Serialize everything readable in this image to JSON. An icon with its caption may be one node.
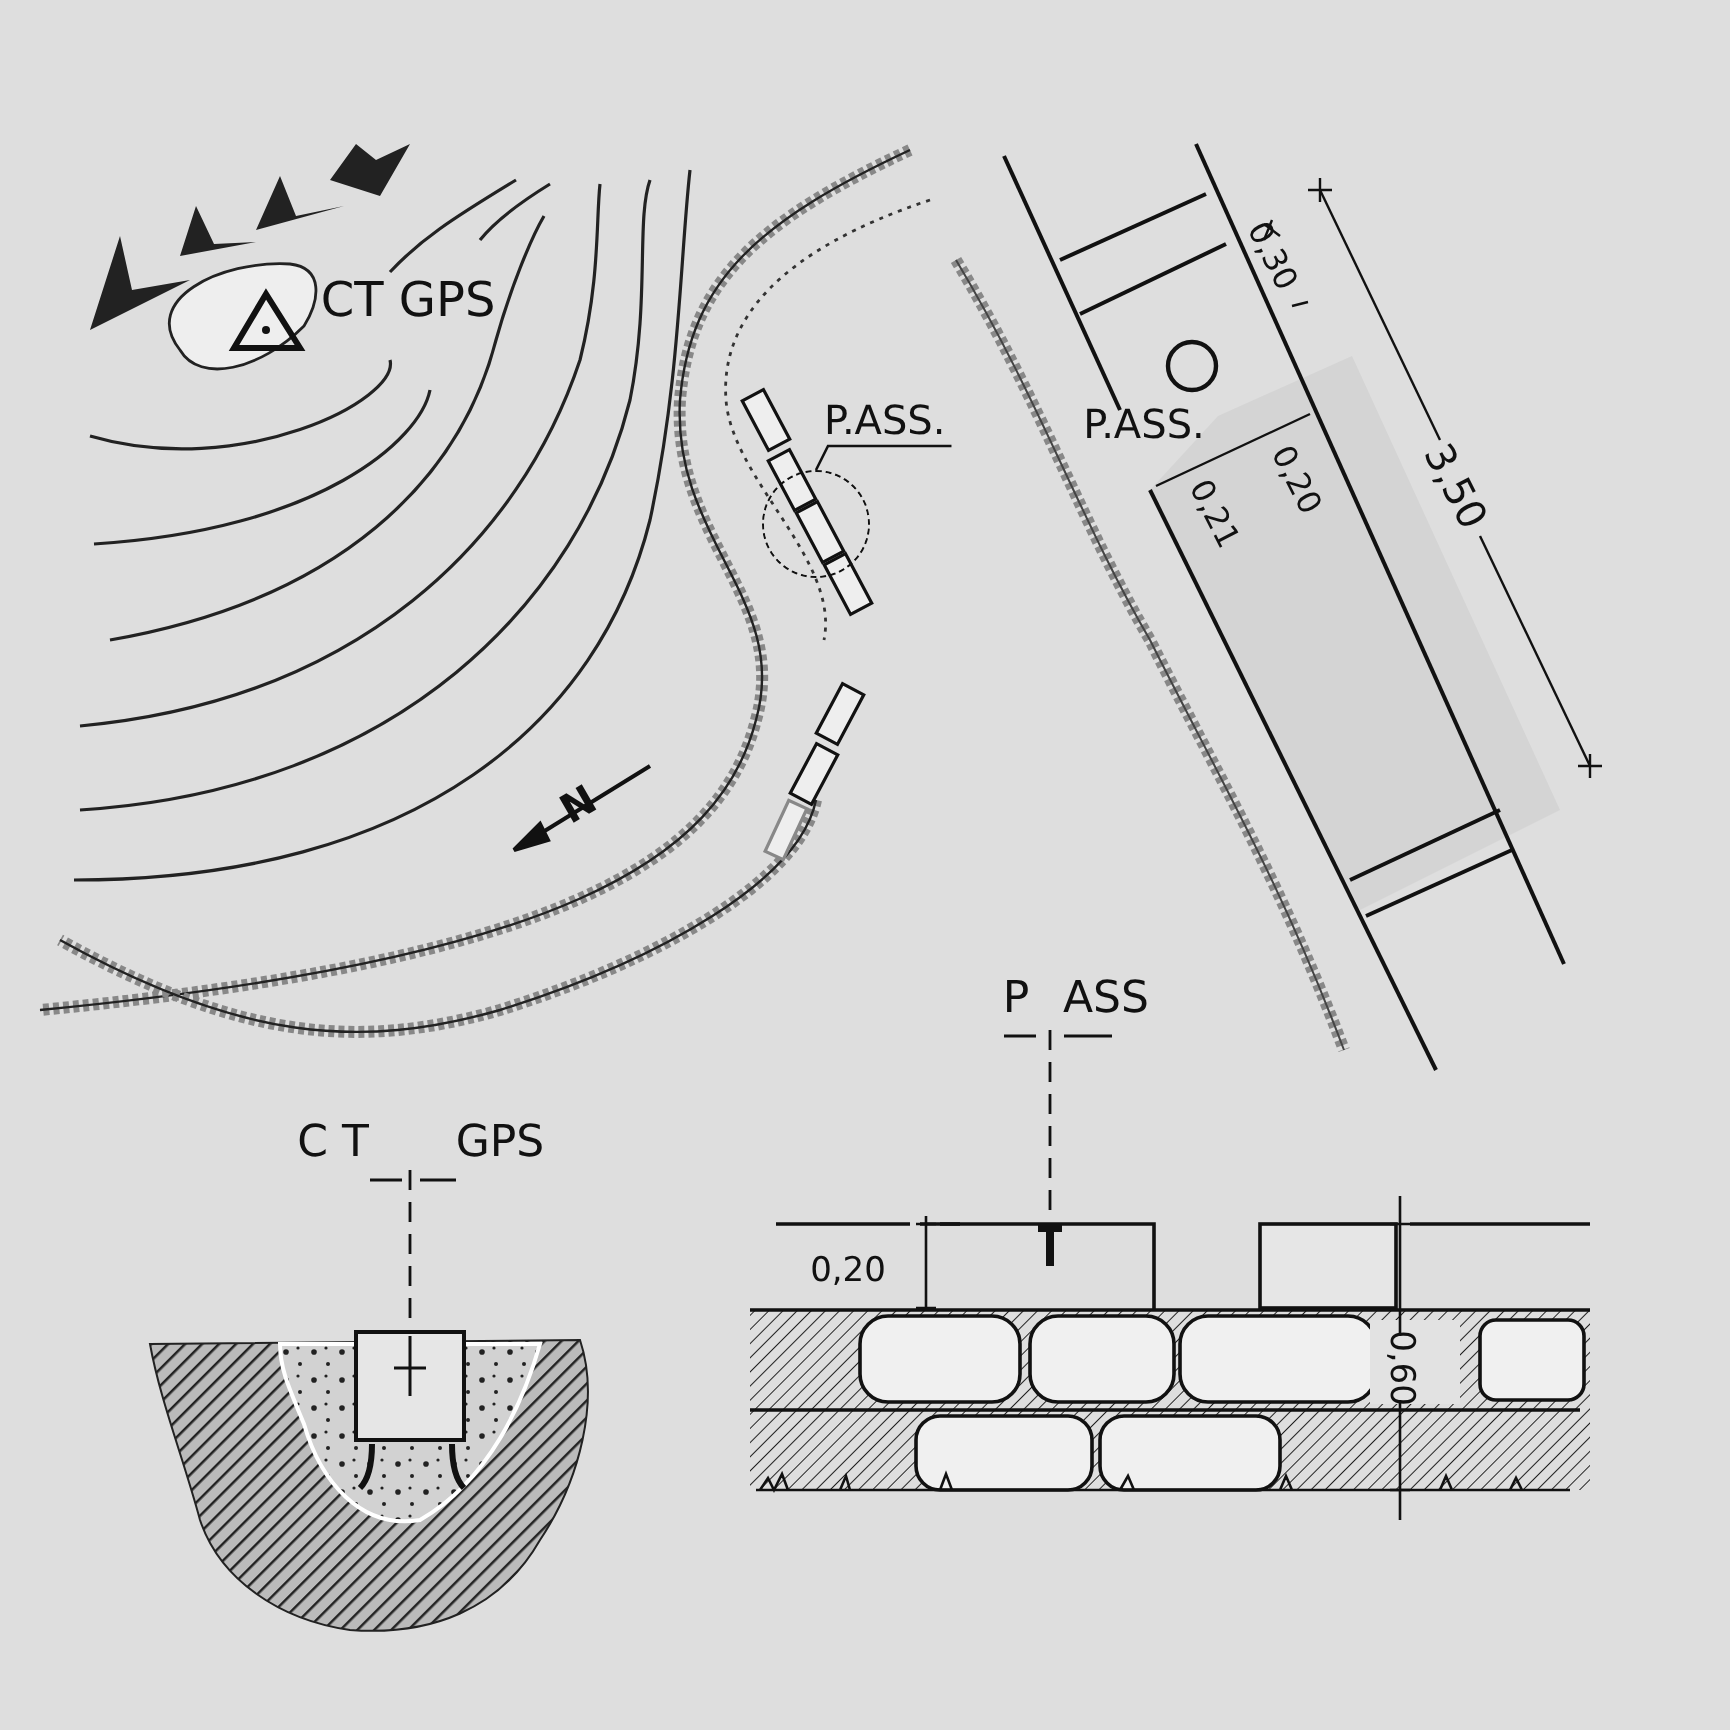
{
  "diagram": {
    "nodes": [
      {
        "text": [
          "P.ASS."
        ]
      },
      {
        "text": [],
        "shape": "circle"
      }
    ],
    "edges": [
      {
        "from": 0,
        "to": 1,
        "arrow": "none"
      }
    ],
    "labels": [
      "CT GPS",
      "P.ASS.",
      "0,30",
      "0,20",
      "0,21",
      "3,50",
      "N",
      "P",
      "ASS",
      "0,20",
      "0,60",
      "CT",
      "GPS"
    ]
  }
}
